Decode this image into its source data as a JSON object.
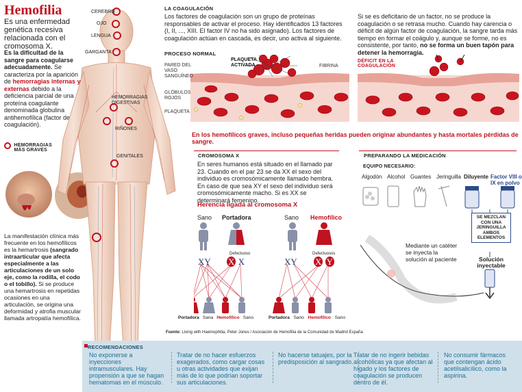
{
  "header": {
    "title": "Hemofilia",
    "subtitle": "Es una enfermedad genética recesiva relacionada con el cromosoma X."
  },
  "intro": {
    "bold1": "Es la dificultad de la sangre para coagularse adecuadamente.",
    "t1": "Se caracteriza por la aparición de",
    "bold2": "hemorragias internas y externas",
    "t2": "debido a la deficiencia parcial de una proteína coagulante denominada globulina antihemofílica (factor de coagulación)."
  },
  "legend_severe": "HEMORRAGIAS MÁS GRAVES",
  "body_labels": {
    "cerebro": "CEREBRO",
    "ojo": "OJO",
    "lengua": "LENGUA",
    "garganta": "GARGANTA",
    "hemorragias_digestivas": "HEMORRAGIAS DIGESTIVAS",
    "rinones": "RIÑONES",
    "genitales": "GENITALES"
  },
  "clinical": {
    "t1": "La manifestación clínica más frecuente en los hemofílicos es la hemartrosis",
    "bold": "(sangrado intraarticular que afecta especialmente a las articulaciones de un solo eje, como la rodilla, el codo o el tobillo).",
    "t2": "Si se produce una hemartrosis en repetidas ocasiones en una articulación, se origina una deformidad y atrofia muscular llamada artropatía hemofílica."
  },
  "coagulation": {
    "heading": "LA COAGULACIÓN",
    "text": "Los factores de coagulación son un grupo de proteínas responsables de activar el proceso. Hay identificados 13 factores (I, II, ..., XIII. El factor IV no ha sido asignado). Los factores de coagulación actúan en cascada, es decir, uno activa al siguiente.",
    "deficit_t1": "Si se es deficitario de un factor, no se produce la coagulación o se retrasa mucho. Cuando hay carencia o déficit de algún factor de coagulación, la sangre tarda más tiempo en formar el coágulo y, aunque se forme, no es consistente, por tanto,",
    "deficit_bold": "no se forma un buen tapón para detener la hemorragia."
  },
  "process": {
    "normal": "PROCESO NORMAL",
    "pared": "PARED DEL VASO SANGUÍNEO",
    "plaqueta_activada": "PLAQUETA ACTIVADA",
    "fibrina": "FIBRINA",
    "globulos": "GLÓBULOS ROJOS",
    "plaqueta": "PLAQUETA",
    "deficit": "DÉFICIT EN LA COAGULACIÓN"
  },
  "severe_note": "En los hemofílicos graves, incluso pequeñas heridas pueden originar abundantes y hasta mortales pérdidas de sangre.",
  "chromosome": {
    "heading": "CROMOSOMA X",
    "text": "En seres humanos está situado en el llamado par 23. Cuando en el par 23 se da XX el sexo del individuo es cromosómicamente llamado hembra. En caso de que sea XY el sexo del individuo será cromosómicamente macho. Si es XX se determinará femenino.",
    "herencia": "Herencia ligada al cromosoma X",
    "sano": "Sano",
    "portadora": "Portadora",
    "hemofilico": "Hemofílico",
    "defectuoso": "Defectuoso",
    "defectuosos": "Defectuosos",
    "x": "X",
    "y": "Y",
    "bottom_left": [
      "Portadora",
      "Sana",
      "Hemofílico",
      "Sano"
    ],
    "bottom_right": [
      "Portadora",
      "Sano",
      "Hemofílico",
      "Sano"
    ]
  },
  "medication": {
    "heading": "PREPARANDO LA MEDICACIÓN",
    "equipo": "EQUIPO NECESARIO:",
    "items": [
      "Algodón",
      "Alcohol",
      "Guantes",
      "Jeringuilla"
    ],
    "diluyente": "Diluyente",
    "factor": "Factor VIII o IX en polvo",
    "mezclan": "SE MEZCLAN CON UNA JERINGUILLA AMBOS ELEMENTOS",
    "solucion": "Solución inyectable",
    "cateter": "Mediante un catéter se inyecta la solución al paciente"
  },
  "source": {
    "label": "Fuente:",
    "text": "Living with Haemophilia, Peter Jones / Asociación de Hemofilia de la Comunidad de Madrid España"
  },
  "recommendations": {
    "heading": "RECOMENDACIONES",
    "items": [
      "No exponerse a inyecciones intramusculares. Hay propensión a que se hagan hematomas en el músculo.",
      "Tratar de no hacer esfuerzos exagerados, como cargar cosas u otras actividades que exijan más de lo que podrían soportar sus articulaciones.",
      "No hacerse tatuajes, por la predisposición al sangrado.",
      "Tratar de no ingerir bebidas alcohólicas ya que afectan al hígado y los factores de coagulación se producen dentro de él.",
      "No consumir fármacos que contengan ácido acetilsalicílico, como la aspirina."
    ]
  },
  "colors": {
    "accent_red": "#c1121f",
    "rec_bg": "#cfe0ea",
    "rec_text": "#1e6f95"
  }
}
